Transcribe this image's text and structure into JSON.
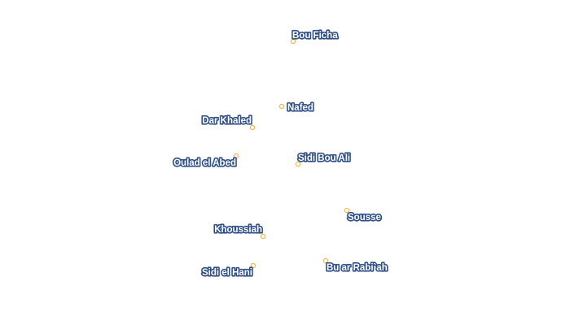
{
  "map": {
    "places": [
      {
        "name": "Bou Ficha"
      },
      {
        "name": "Nafed"
      },
      {
        "name": "Dar Khaled"
      },
      {
        "name": "Oulad el Abed"
      },
      {
        "name": "Sidi Bou Ali"
      },
      {
        "name": "Sousse"
      },
      {
        "name": "Khoussiah"
      },
      {
        "name": "Sidi el Hani"
      },
      {
        "name": "Bu ar Rabi`ah"
      }
    ],
    "colors": {
      "marker_stroke": "#f2b84b",
      "label_halo": "#2e4f87",
      "label_text": "#ffffff",
      "background": "#ffffff"
    }
  }
}
